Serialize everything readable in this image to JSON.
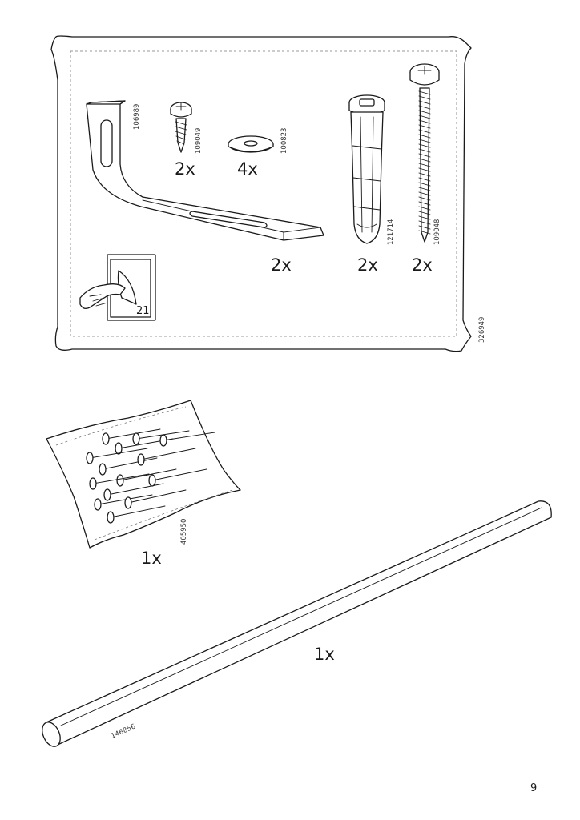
{
  "page": {
    "number": "9"
  },
  "bag_panel": {
    "sheet_code": "326949",
    "reference_page": "21",
    "parts": [
      {
        "name": "angle-bracket",
        "part_no": "106989",
        "quantity": "2x"
      },
      {
        "name": "wood-screw",
        "part_no": "109049",
        "quantity": "2x"
      },
      {
        "name": "washer",
        "part_no": "100823",
        "quantity": "4x"
      },
      {
        "name": "wall-plug",
        "part_no": "121714",
        "quantity": "2x"
      },
      {
        "name": "long-screw",
        "part_no": "109048",
        "quantity": "2x"
      }
    ]
  },
  "pin_bag": {
    "part_no": "405950",
    "quantity": "1x"
  },
  "rod": {
    "part_no": "146856",
    "quantity": "1x"
  }
}
